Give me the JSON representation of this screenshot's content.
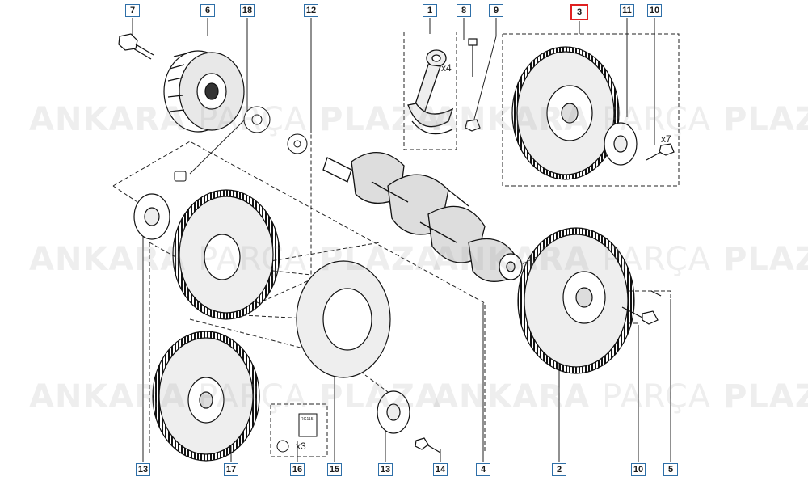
{
  "watermark": {
    "brand_part1": "ANKARA",
    "brand_part2": "PARÇA",
    "brand_part3": "PLAZA",
    "color": "#c8c8c8"
  },
  "callouts": {
    "c7": "7",
    "c6": "6",
    "c18": "18",
    "c12": "12",
    "c1": "1",
    "c8": "8",
    "c9": "9",
    "c3": "3",
    "c11": "11",
    "c10a": "10",
    "c13a": "13",
    "c17": "17",
    "c16": "16",
    "c15": "15",
    "c13b": "13",
    "c14": "14",
    "c4": "4",
    "c2": "2",
    "c10b": "10",
    "c5": "5"
  },
  "quantities": {
    "rod_qty": "x4",
    "bolt_qty": "x7",
    "nut_qty": "x3"
  },
  "book_label": "RG115",
  "colors": {
    "callout_border": "#2e6fa8",
    "highlight_border": "#e02020",
    "line_color": "#1a1a1a"
  }
}
